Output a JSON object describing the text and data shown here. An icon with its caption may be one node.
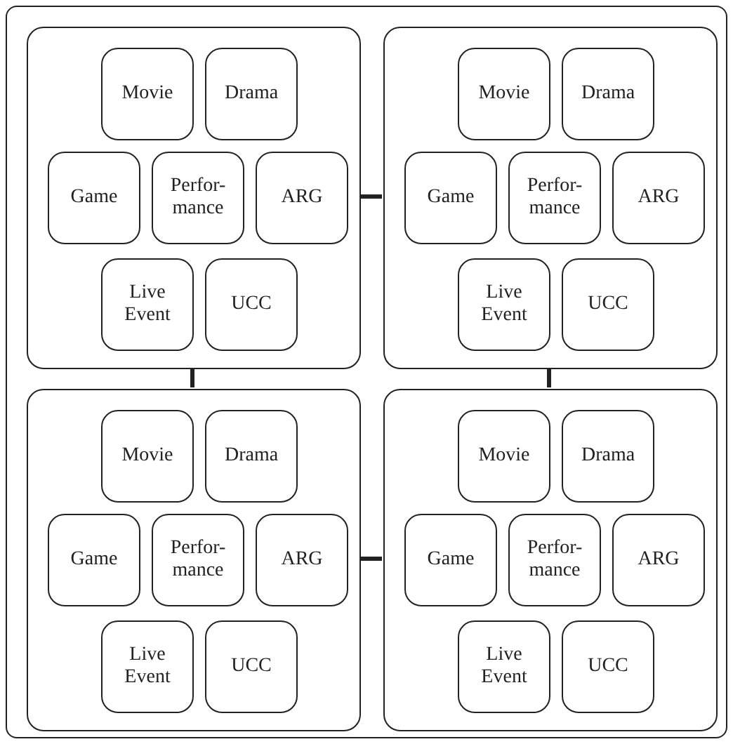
{
  "diagram": {
    "nodes": [
      {
        "text": [],
        "shape": "box"
      },
      {
        "text": [],
        "shape": "box",
        "in": 0
      },
      {
        "text": [
          "Movie"
        ],
        "in": 1
      },
      {
        "text": [
          "Drama"
        ],
        "in": 1
      },
      {
        "text": [
          "Game"
        ],
        "in": 1
      },
      {
        "text": [
          "Perfor- mance"
        ],
        "in": 1
      },
      {
        "text": [
          "ARG"
        ],
        "in": 1
      },
      {
        "text": [
          "Live Event"
        ],
        "in": 1
      },
      {
        "text": [
          "UCC"
        ],
        "in": 1
      },
      {
        "text": [],
        "shape": "box",
        "in": 0
      },
      {
        "text": [
          "Movie"
        ],
        "in": 9
      },
      {
        "text": [
          "Drama"
        ],
        "in": 9
      },
      {
        "text": [
          "Game"
        ],
        "in": 9
      },
      {
        "text": [
          "Perfor- mance"
        ],
        "in": 9
      },
      {
        "text": [
          "ARG"
        ],
        "in": 9
      },
      {
        "text": [
          "Live Event"
        ],
        "in": 9
      },
      {
        "text": [
          "UCC"
        ],
        "in": 9
      },
      {
        "text": [],
        "shape": "box",
        "in": 0
      },
      {
        "text": [
          "Movie"
        ],
        "in": 17
      },
      {
        "text": [
          "Drama"
        ],
        "in": 17
      },
      {
        "text": [
          "Game"
        ],
        "in": 17
      },
      {
        "text": [
          "Perfor- mance"
        ],
        "in": 17
      },
      {
        "text": [
          "ARG"
        ],
        "in": 17
      },
      {
        "text": [
          "Live Event"
        ],
        "in": 17
      },
      {
        "text": [
          "UCC"
        ],
        "in": 17
      },
      {
        "text": [],
        "shape": "box",
        "in": 0
      },
      {
        "text": [
          "Movie"
        ],
        "in": 25
      },
      {
        "text": [
          "Drama"
        ],
        "in": 25
      },
      {
        "text": [
          "Game"
        ],
        "in": 25
      },
      {
        "text": [
          "Perfor- mance"
        ],
        "in": 25
      },
      {
        "text": [
          "ARG"
        ],
        "in": 25
      },
      {
        "text": [
          "Live Event"
        ],
        "in": 25
      },
      {
        "text": [
          "UCC"
        ],
        "in": 25
      }
    ],
    "edges": [
      {
        "from": 1,
        "to": 9,
        "arrow": "none"
      },
      {
        "from": 1,
        "to": 17,
        "arrow": "none"
      },
      {
        "from": 9,
        "to": 25,
        "arrow": "none"
      },
      {
        "from": 17,
        "to": 25,
        "arrow": "none"
      }
    ]
  }
}
